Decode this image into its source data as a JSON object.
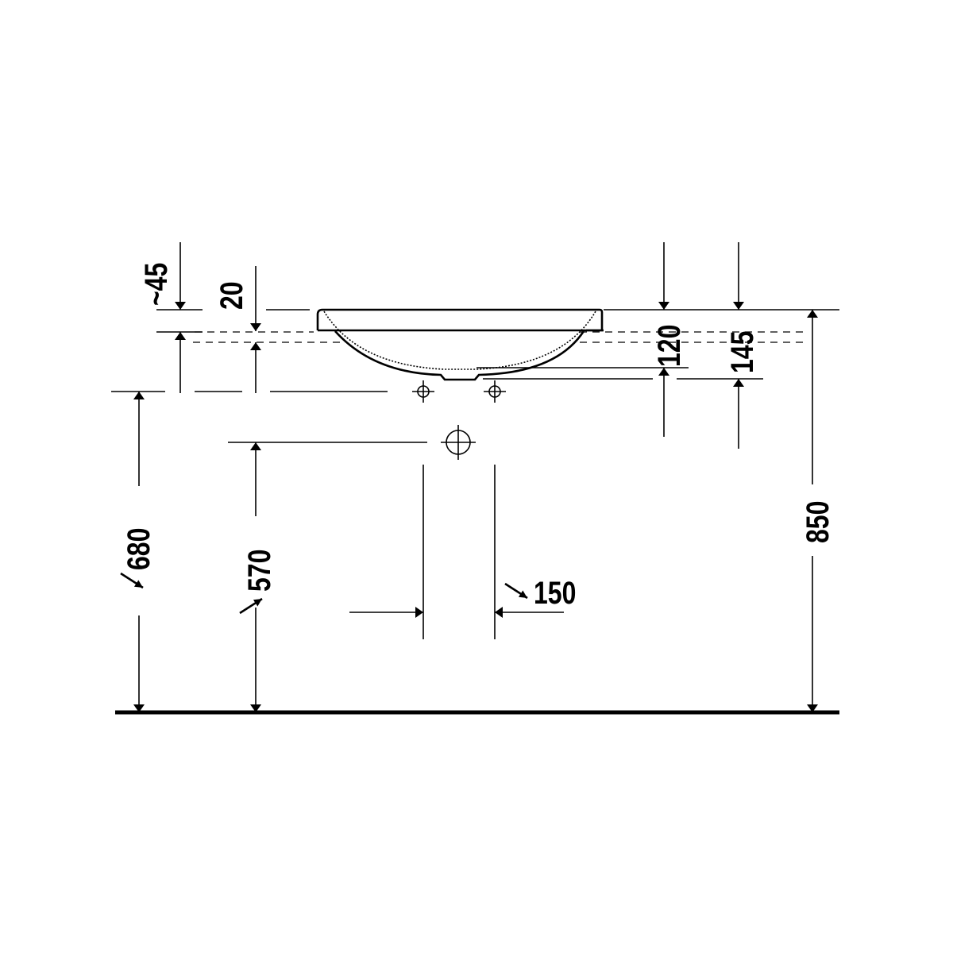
{
  "drawing": {
    "title": "Washbasin installation side elevation",
    "dimensions": {
      "rim_height_approx": "~45",
      "rim_offset": "20",
      "depth_to_drain": "120",
      "depth_to_outlet": "145",
      "outlet_height": "680",
      "supply_height": "570",
      "supply_spacing": "150",
      "installation_height": "850"
    },
    "line_color": "#000000",
    "background": "#ffffff"
  }
}
